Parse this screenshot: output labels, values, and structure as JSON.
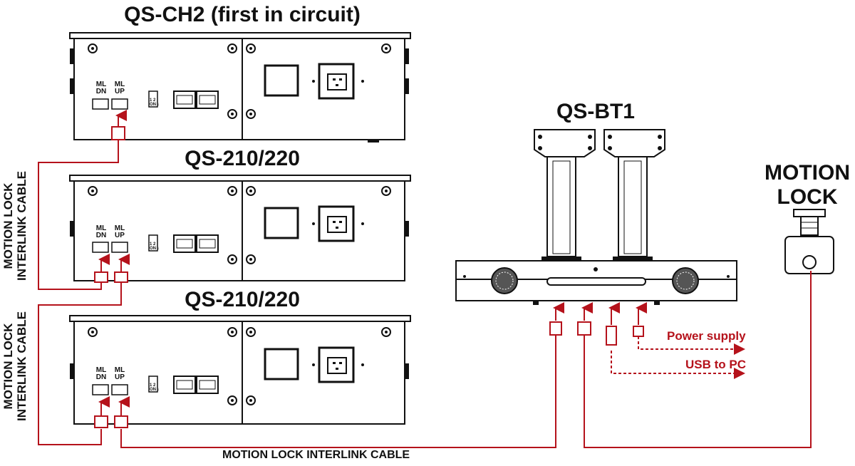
{
  "titles": {
    "unit1": "QS-CH2 (first in circuit)",
    "unit2": "QS-210/220",
    "unit3": "QS-210/220",
    "base": "QS-BT1",
    "motion_lock_line1": "MOTION",
    "motion_lock_line2": "LOCK"
  },
  "cable_labels": {
    "side_top_line1": "MOTION LOCK",
    "side_top_line2": "INTERLINK CABLE",
    "side_bottom_line1": "MOTION LOCK",
    "side_bottom_line2": "INTERLINK CABLE",
    "bottom": "MOTION LOCK INTERLINK CABLE"
  },
  "connections": {
    "power_supply": "Power supply",
    "usb_to_pc": "USB to PC"
  },
  "ports": {
    "ml_dn_line1": "ML",
    "ml_dn_line2": "DN",
    "ml_up_line1": "ML",
    "ml_up_line2": "UP",
    "dip_top": "1 2",
    "dip_bottom": "ON ↓"
  },
  "colors": {
    "cable": "#b5121b",
    "outline": "#111111"
  }
}
